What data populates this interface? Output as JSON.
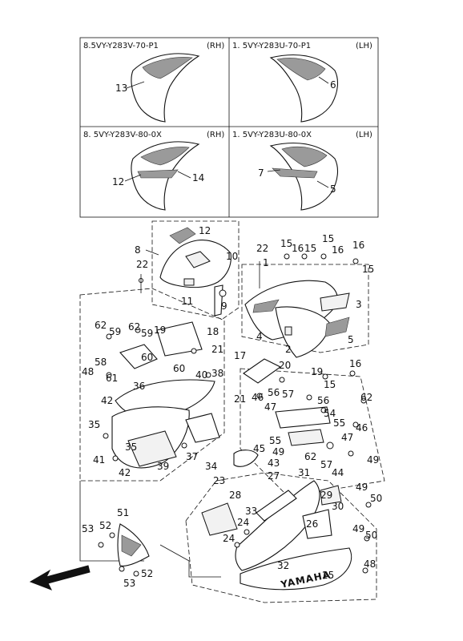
{
  "variant_boxes": [
    {
      "code": "8.5VY-Y283V-70-P1",
      "side": "(RH)",
      "callouts": [
        "13"
      ]
    },
    {
      "code": "1. 5VY-Y283U-70-P1",
      "side": "(LH)",
      "callouts": [
        "6"
      ]
    },
    {
      "code": "8. 5VY-Y283V-80-0X",
      "side": "(RH)",
      "callouts": [
        "12",
        "14"
      ]
    },
    {
      "code": "1. 5VY-Y283U-80-0X",
      "side": "(LH)",
      "callouts": [
        "7",
        "5"
      ]
    }
  ],
  "callouts": {
    "c1": "1",
    "c2": "2",
    "c3": "3",
    "c4": "4",
    "c5": "5",
    "c8": "8",
    "c9": "9",
    "c10": "10",
    "c11": "11",
    "c12": "12",
    "c15a": "15",
    "c15b": "15",
    "c15c": "15",
    "c16a": "16",
    "c16b": "16",
    "c16c": "16",
    "c16d": "16",
    "c17": "17",
    "c18": "18",
    "c19a": "19",
    "c19b": "19",
    "c20": "20",
    "c21a": "21",
    "c21b": "21",
    "c22a": "22",
    "c22b": "22",
    "c23": "23",
    "c24a": "24",
    "c24b": "24",
    "c25": "25",
    "c26": "26",
    "c27": "27",
    "c28": "28",
    "c29": "29",
    "c30": "30",
    "c31": "31",
    "c32": "32",
    "c33": "33",
    "c34": "34",
    "c35a": "35",
    "c35b": "35",
    "c36": "36",
    "c37": "37",
    "c38": "38",
    "c39": "39",
    "c40": "40",
    "c41": "41",
    "c42a": "42",
    "c42b": "42",
    "c43": "43",
    "c44": "44",
    "c45": "45",
    "c46a": "46",
    "c46b": "46",
    "c47a": "47",
    "c47b": "47",
    "c48a": "48",
    "c48b": "48",
    "c49a": "49",
    "c49b": "49",
    "c49c": "49",
    "c49d": "49",
    "c50a": "50",
    "c50b": "50",
    "c51": "51",
    "c52a": "52",
    "c52b": "52",
    "c53a": "53",
    "c53b": "53",
    "c54": "54",
    "c55a": "55",
    "c55b": "55",
    "c56a": "56",
    "c56b": "56",
    "c57a": "57",
    "c57b": "57",
    "c58": "58",
    "c59a": "59",
    "c59b": "59",
    "c60a": "60",
    "c60b": "60",
    "c61": "61",
    "c62a": "62",
    "c62b": "62",
    "c62c": "62",
    "c62d": "62"
  },
  "decal_text": "YAMAHA",
  "icons": {
    "direction": "front-arrow-icon"
  }
}
